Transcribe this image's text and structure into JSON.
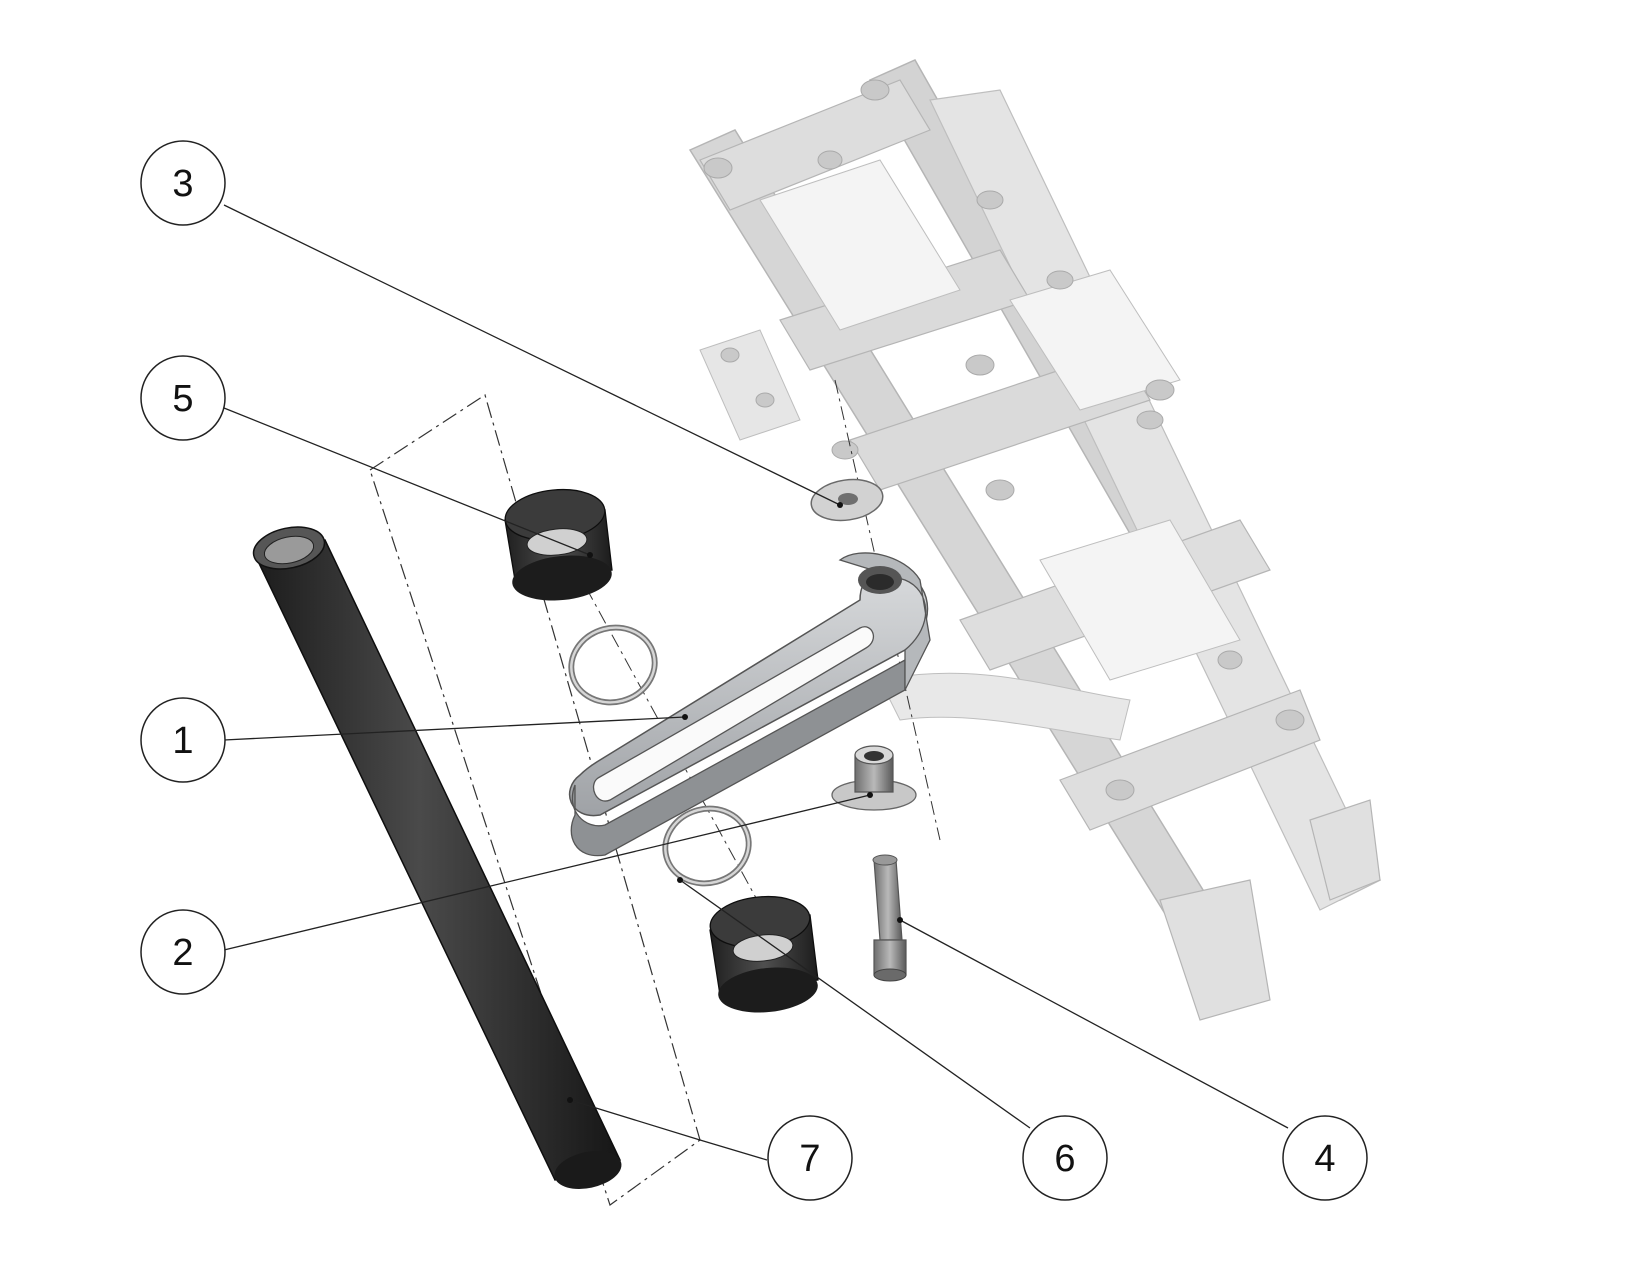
{
  "diagram": {
    "type": "exploded-assembly-view",
    "balloons": [
      {
        "label": "3",
        "part": "washer"
      },
      {
        "label": "5",
        "part": "upper-bushing"
      },
      {
        "label": "1",
        "part": "slotted-arm"
      },
      {
        "label": "2",
        "part": "flanged-sleeve"
      },
      {
        "label": "7",
        "part": "tube"
      },
      {
        "label": "6",
        "part": "retaining-ring"
      },
      {
        "label": "4",
        "part": "cap-screw"
      }
    ],
    "colors": {
      "tube": "#2b2b2b",
      "bushing": "#333333",
      "arm": "#c4c6c9",
      "frame": "#9a9a9a",
      "leader": "#222222"
    }
  }
}
